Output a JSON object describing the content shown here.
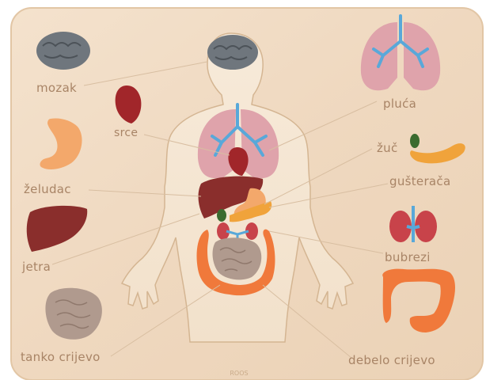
{
  "labels": {
    "mozak": "mozak",
    "srce": "srce",
    "zeludac": "želudac",
    "jetra": "jetra",
    "tanko": "tanko crijevo",
    "pluca": "pluća",
    "zuc": "žuč",
    "gusteraca": "gušterača",
    "bubrezi": "bubrezi",
    "debelo": "debelo crijevo"
  },
  "logo_text": "ROOS",
  "colors": {
    "board": "#f1dcc4",
    "board_edge": "#e4c7a6",
    "body": "#f5e6d2",
    "brain": "#6f767d",
    "lung": "#dfa3ab",
    "airway": "#59a8d9",
    "heart": "#a1262a",
    "liver": "#8a2e2c",
    "stomach": "#f3a86b",
    "gallbladder": "#3b6b2f",
    "pancreas": "#f0a33b",
    "kidney": "#c8434a",
    "colon": "#f0793b",
    "small_intestine": "#b09a8e",
    "label": "#a88466"
  }
}
